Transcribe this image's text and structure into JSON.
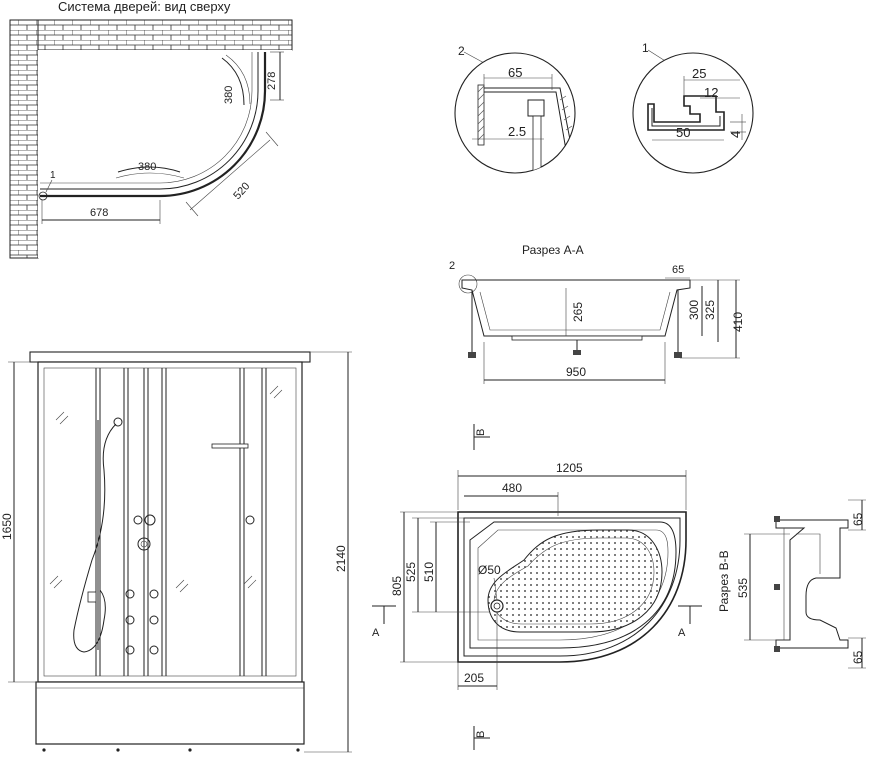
{
  "labels": {
    "top_view_title": "Система дверей: вид сверху",
    "section_aa_title": "Разрез А-А",
    "section_bb_title": "Разрез В-В",
    "callout_1": "1",
    "callout_2": "2",
    "cut_a": "A",
    "cut_b": "B"
  },
  "dimensions": {
    "top_278": "278",
    "top_380_vert": "380",
    "top_380_horiz": "380",
    "top_520": "520",
    "top_678": "678",
    "detail2_65": "65",
    "detail2_2_5": "2.5",
    "detail1_25": "25",
    "detail1_12": "12",
    "detail1_50": "50",
    "detail1_4": "4",
    "aa_65": "65",
    "aa_265": "265",
    "aa_300": "300",
    "aa_325": "325",
    "aa_410": "410",
    "aa_950": "950",
    "front_1650": "1650",
    "front_2140": "2140",
    "plan_1205": "1205",
    "plan_480": "480",
    "plan_525": "525",
    "plan_510": "510",
    "plan_805": "805",
    "plan_diam50": "Ø50",
    "plan_205": "205",
    "bb_65_top": "65",
    "bb_535": "535",
    "bb_65_bottom": "65"
  }
}
